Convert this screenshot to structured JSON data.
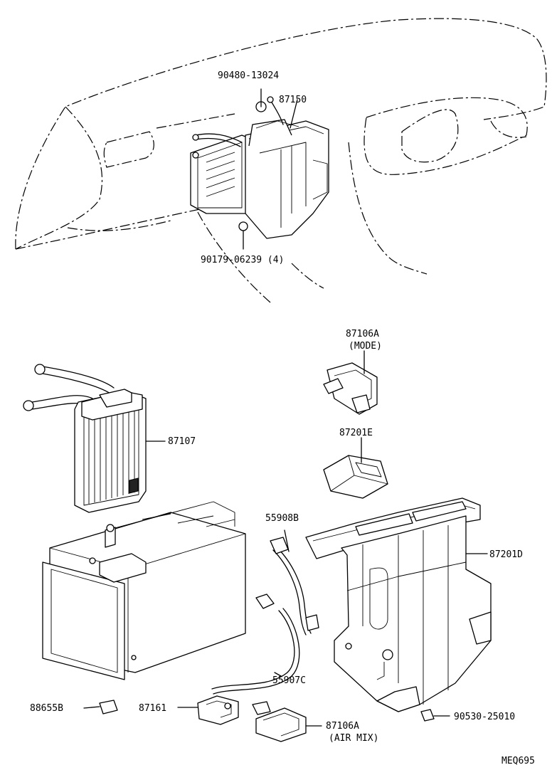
{
  "labels": {
    "p90480": "90480-13024",
    "p87150": "87150",
    "p90179": "90179-06239 (4)",
    "p87106a_mode": "87106A",
    "mode_note": "(MODE)",
    "p87107": "87107",
    "p87201e": "87201E",
    "p55908b": "55908B",
    "p87201d": "87201D",
    "p55907c": "55907C",
    "p88655b": "88655B",
    "p87161": "87161",
    "p87106a_air": "87106A",
    "air_note": "(AIR MIX)",
    "p90530": "90530-25010",
    "code": "MEQ695"
  }
}
